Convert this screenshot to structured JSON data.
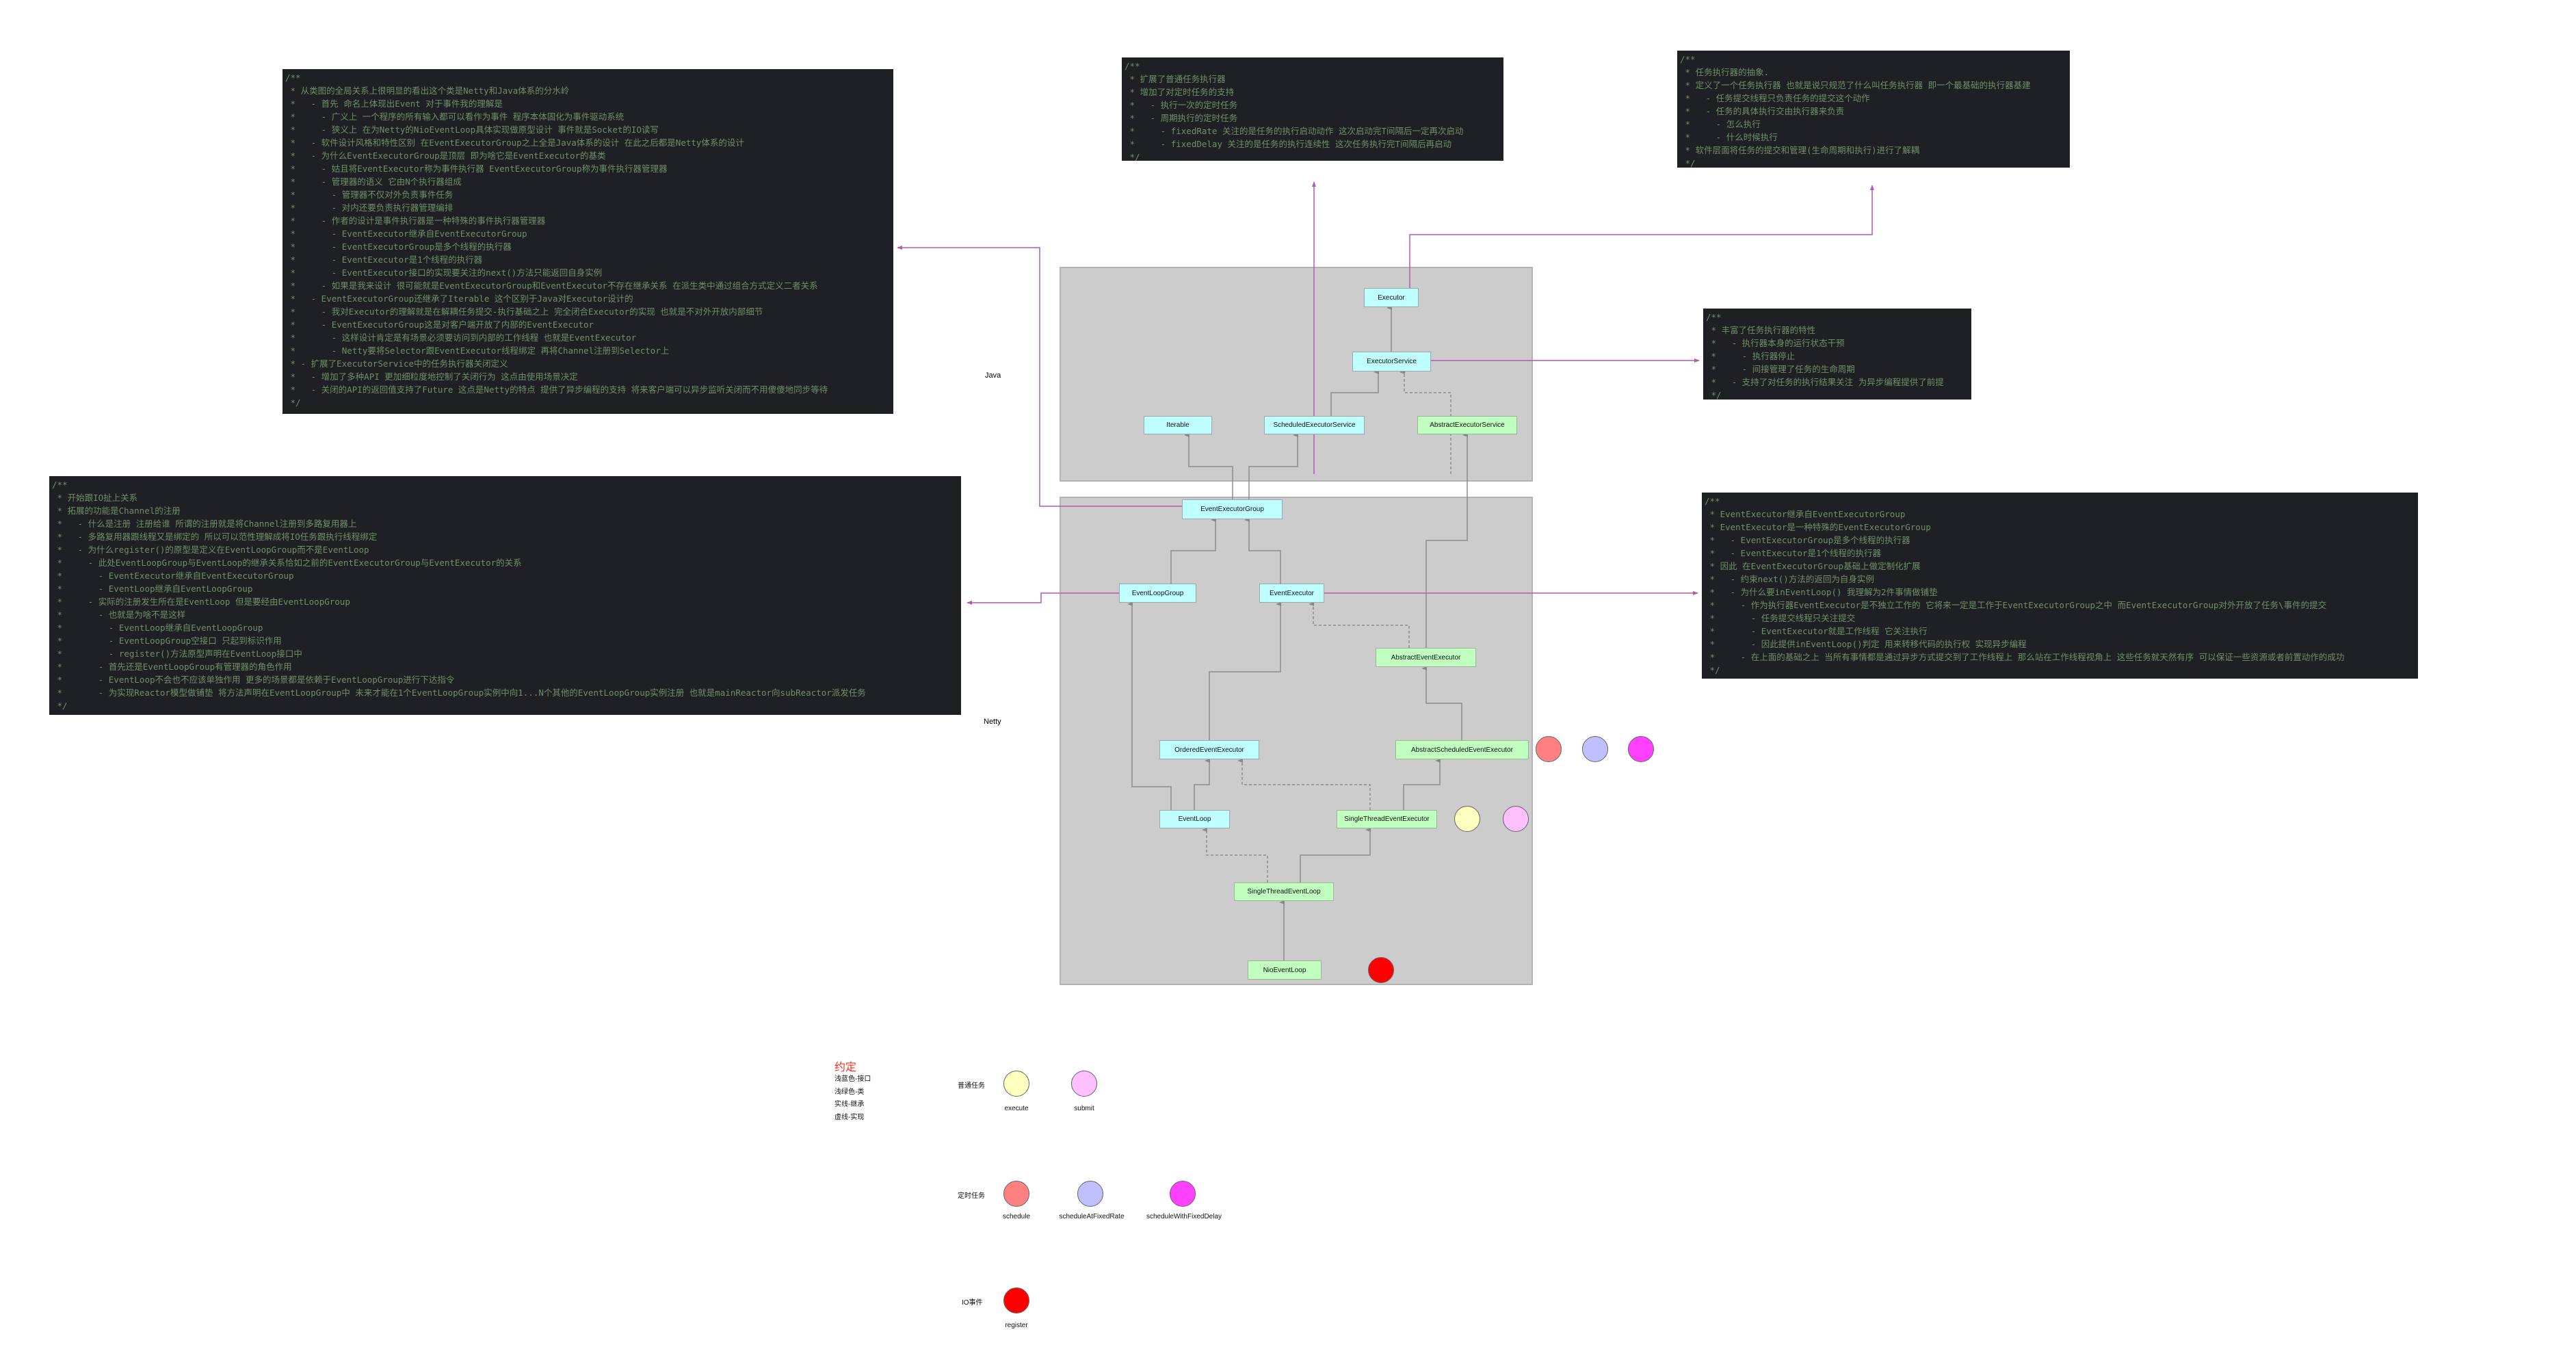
{
  "packages": {
    "java": "Java",
    "netty": "Netty"
  },
  "nodes": {
    "executor": "Executor",
    "executor_service": "ExecutorService",
    "iterable": "Iterable",
    "scheduled_executor_service": "ScheduledExecutorService",
    "abstract_executor_service": "AbstractExecutorService",
    "event_executor_group": "EventExecutorGroup",
    "event_loop_group": "EventLoopGroup",
    "event_executor": "EventExecutor",
    "abstract_event_executor": "AbstractEventExecutor",
    "ordered_event_executor": "OrderedEventExecutor",
    "abstract_scheduled_event_executor": "AbstractScheduledEventExecutor",
    "event_loop": "EventLoop",
    "single_thread_event_executor": "SingleThreadEventExecutor",
    "single_thread_event_loop": "SingleThreadEventLoop",
    "nio_event_loop": "NioEventLoop"
  },
  "colors": {
    "interface": "#bfffff",
    "class": "#c0ffc0",
    "execute": "#ffffc0",
    "submit": "#ffc0ff",
    "schedule": "#ff8080",
    "scheduleAtFixedRate": "#c0c0ff",
    "scheduleWithFixedDelay": "#ff40ff",
    "register": "#ff0000",
    "note_link": "#b05cb0"
  },
  "notes": {
    "event_executor_group": [
      "/**",
      " * 从类图的全局关系上很明显的看出这个类是Netty和Java体系的分水岭",
      " *   - 首先 命名上体现出Event 对于事件我的理解是",
      " *     - 广义上 一个程序的所有输入都可以看作为事件 程序本体固化为事件驱动系统",
      " *     - 狭义上 在为Netty的NioEventLoop具体实现做原型设计 事件就是Socket的IO读写",
      " *   - 软件设计风格和特性区别 在EventExecutorGroup之上全是Java体系的设计 在此之后都是Netty体系的设计",
      " *   - 为什么EventExecutorGroup是顶层 即为啥它是EventExecutor的基类",
      " *     - 姑且将EventExecutor称为事件执行器 EventExecutorGroup称为事件执行器管理器",
      " *     - 管理器的语义 它由N个执行器组成",
      " *       - 管理器不仅对外负责事件任务",
      " *       - 对内还要负责执行器管理编排",
      " *     - 作者的设计是事件执行器是一种特殊的事件执行器管理器",
      " *       - EventExecutor继承自EventExecutorGroup",
      " *       - EventExecutorGroup是多个线程的执行器",
      " *       - EventExecutor是1个线程的执行器",
      " *       - EventExecutor接口的实现要关注的next()方法只能返回自身实例",
      " *     - 如果是我来设计 很可能就是EventExecutorGroup和EventExecutor不存在继承关系 在派生类中通过组合方式定义二者关系",
      " *   - EventExecutorGroup还继承了Iterable 这个区别于Java对Executor设计的",
      " *     - 我对Executor的理解就是在解耦任务提交-执行基础之上 完全闭合Executor的实现 也就是不对外开放内部细节",
      " *     - EventExecutorGroup这是对客户端开放了内部的EventExecutor",
      " *       - 这样设计肯定是有场景必须要访问到内部的工作线程 也就是EventExecutor",
      " *       - Netty要将Selector跟EventExecutor线程绑定 再将Channel注册到Selector上",
      " * - 扩展了ExecutorService中的任务执行器关闭定义",
      " *   - 增加了多种API 更加细粒度地控制了关闭行为 这点由使用场景决定",
      " *   - 关闭的API的返回值支持了Future 这点是Netty的特点 提供了异步编程的支持 将来客户端可以异步监听关闭而不用傻傻地同步等待",
      " */"
    ],
    "event_loop_group": [
      "/**",
      " * 开始跟IO扯上关系",
      " * 拓展的功能是Channel的注册",
      " *   - 什么是注册 注册给谁 所谓的注册就是将Channel注册到多路复用器上",
      " *   - 多路复用器跟线程又是绑定的 所以可以范性理解成将IO任务跟执行线程绑定",
      " *   - 为什么register()的原型是定义在EventLoopGroup而不是EventLoop",
      " *     - 此处EventLoopGroup与EventLoop的继承关系恰如之前的EventExecutorGroup与EventExecutor的关系",
      " *       - EventExecutor继承自EventExecutorGroup",
      " *       - EventLoop继承自EventLoopGroup",
      " *     - 实际的注册发生所在是EventLoop 但是要经由EventLoopGroup",
      " *       - 也就是为啥不是这样",
      " *         - EventLoop继承自EventLoopGroup",
      " *         - EventLoopGroup空接口 只起到标识作用",
      " *         - register()方法原型声明在EventLoop接口中",
      " *       - 首先还是EventLoopGroup有管理器的角色作用",
      " *       - EventLoop不会也不应该单独作用 更多的场景都是依赖于EventLoopGroup进行下达指令",
      " *       - 为实现Reactor模型做铺垫 将方法声明在EventLoopGroup中 未来才能在1个EventLoopGroup实例中向1...N个其他的EventLoopGroup实例注册 也就是mainReactor向subReactor派发任务",
      " */"
    ],
    "scheduled_executor_service": [
      "/**",
      " * 扩展了普通任务执行器",
      " * 增加了对定时任务的支持",
      " *   - 执行一次的定时任务",
      " *   - 周期执行的定时任务",
      " *     - fixedRate 关注的是任务的执行启动动作 这次启动完T间隔后一定再次启动",
      " *     - fixedDelay 关注的是任务的执行连续性 这次任务执行完T间隔后再启动",
      " */"
    ],
    "executor": [
      "/**",
      " * 任务执行器的抽象.",
      " * 定义了一个任务执行器 也就是说只规范了什么叫任务执行器 即一个最基础的执行器基建",
      " *   - 任务提交线程只负责任务的提交这个动作",
      " *   - 任务的具体执行交由执行器来负责",
      " *     - 怎么执行",
      " *     - 什么时候执行",
      " * 软件层面将任务的提交和管理(生命周期和执行)进行了解耦",
      " */"
    ],
    "executor_service": [
      "/**",
      " * 丰富了任务执行器的特性",
      " *   - 执行器本身的运行状态干预",
      " *     - 执行器停止",
      " *     - 间接管理了任务的生命周期",
      " *   - 支持了对任务的执行结果关注 为异步编程提供了前提",
      " */"
    ],
    "event_executor": [
      "/**",
      " * EventExecutor继承自EventExecutorGroup",
      " * EventExecutor是一种特殊的EventExecutorGroup",
      " *   - EventExecutorGroup是多个线程的执行器",
      " *   - EventExecutor是1个线程的执行器",
      " * 因此 在EventExecutorGroup基础上做定制化扩展",
      " *   - 约束next()方法的返回为自身实例",
      " *   - 为什么要inEventLoop() 我理解为2件事情做铺垫",
      " *     - 作为执行器EventExecutor是不独立工作的 它将来一定是工作于EventExecutorGroup之中 而EventExecutorGroup对外开放了任务\\事件的提交",
      " *       - 任务提交线程只关注提交",
      " *       - EventExecutor就是工作线程 它关注执行",
      " *       - 因此提供inEventLoop()判定 用来转移代码的执行权 实现异步编程",
      " *     - 在上面的基础之上 当所有事情都是通过异步方式提交到了工作线程上 那么站在工作线程视角上 这些任务就天然有序 可以保证一些资源或者前置动作的成功",
      " */"
    ]
  },
  "legend": {
    "title": "约定",
    "items": [
      "浅蓝色-接口",
      "浅绿色-类",
      "实线-继承",
      "虚线-实现"
    ],
    "normal_task": {
      "label": "普通任务",
      "methods": [
        "execute",
        "submit"
      ]
    },
    "scheduled_task": {
      "label": "定时任务",
      "methods": [
        "schedule",
        "scheduleAtFixedRate",
        "scheduleWithFixedDelay"
      ]
    },
    "io_event": {
      "label": "IO事件",
      "methods": [
        "register"
      ]
    }
  }
}
